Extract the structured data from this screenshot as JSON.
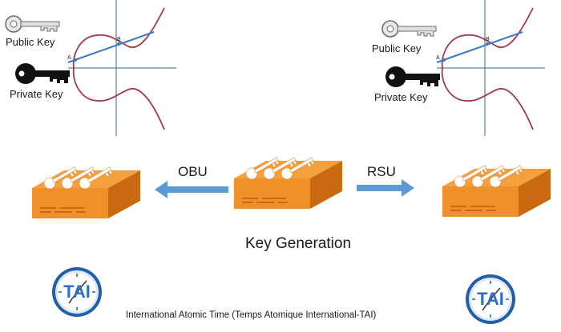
{
  "curve_panels": [
    {
      "public_key_label": "Public Key",
      "private_key_label": "Private Key",
      "point_a": "A",
      "point_b": "B"
    },
    {
      "public_key_label": "Public Key",
      "private_key_label": "Private Key",
      "point_a": "A",
      "point_b": "B"
    }
  ],
  "center_label": "Key Generation",
  "left_arrow_label": "OBU",
  "right_arrow_label": "RSU",
  "clock_text": "TAI",
  "caption": "International Atomic Time (Temps Atomique International-TAI)",
  "colors": {
    "box_orange": "#f0902a",
    "box_dark": "#c96a12",
    "arrow_blue": "#5b9bd5",
    "curve_red": "#a23a4a",
    "line_blue": "#3c78c2",
    "clock_blue": "#2e6fc4"
  },
  "icons": [
    "public-key-icon",
    "private-key-icon",
    "key-box-icon",
    "tai-clock-icon"
  ]
}
